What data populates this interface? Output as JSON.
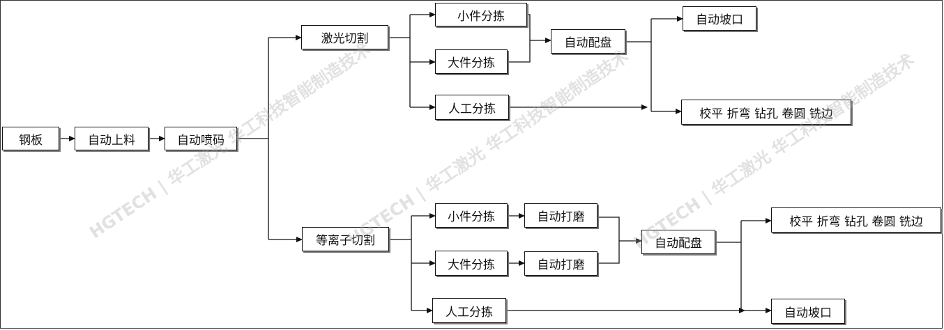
{
  "nodes": {
    "steel_plate": "钢板",
    "auto_loading": "自动上料",
    "auto_marking": "自动喷码",
    "laser_cutting": "激光切割",
    "laser_small_sort": "小件分拣",
    "laser_large_sort": "大件分拣",
    "laser_manual_sort": "人工分拣",
    "laser_auto_pallet": "自动配盘",
    "laser_auto_bevel": "自动坡口",
    "laser_processing": "校平 折弯 钻孔 卷圆 铣边",
    "plasma_cutting": "等离子切割",
    "plasma_small_sort": "小件分拣",
    "plasma_large_sort": "大件分拣",
    "plasma_manual_sort": "人工分拣",
    "plasma_grind_1": "自动打磨",
    "plasma_grind_2": "自动打磨",
    "plasma_auto_pallet": "自动配盘",
    "plasma_processing": "校平 折弯 钻孔 卷圆 铣边",
    "plasma_auto_bevel": "自动坡口"
  },
  "watermark": "HGTECH | 华工激光 华工科技智能制造技术"
}
